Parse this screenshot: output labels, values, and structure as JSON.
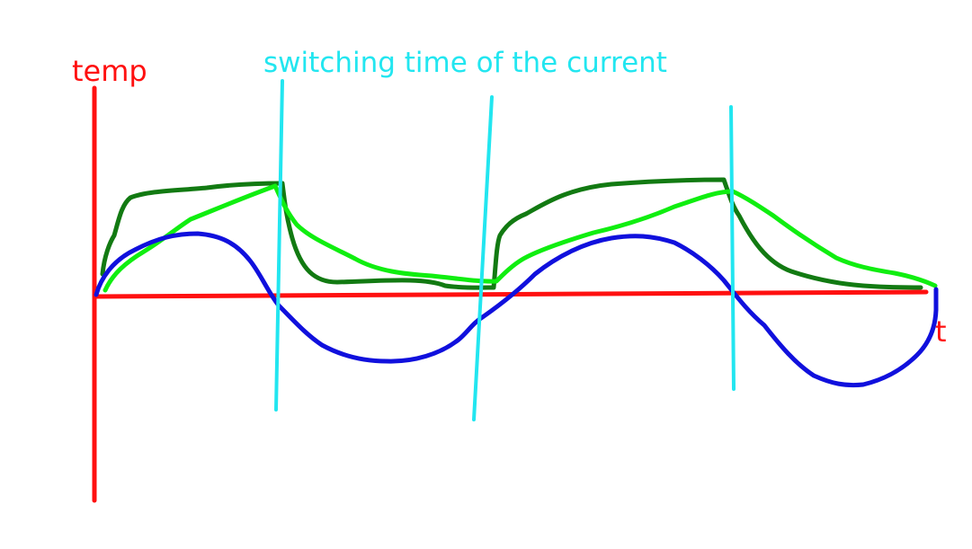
{
  "labels": {
    "y_axis": "temp",
    "x_axis": "t",
    "annotation": "switching time of the current"
  },
  "colors": {
    "axes": "#ff1010",
    "annotation": "#22e6f0",
    "switch_lines": "#22e6f0",
    "dark_green_curve": "#127a12",
    "light_green_curve": "#10ee10",
    "blue_curve": "#1010dd",
    "background": "#ffffff"
  },
  "curves": [
    {
      "id": "dark-green",
      "color_key": "dark_green_curve",
      "shape": "fast square-like rise and fall"
    },
    {
      "id": "light-green",
      "color_key": "light_green_curve",
      "shape": "slow sawtooth-like rise and fall"
    },
    {
      "id": "blue",
      "color_key": "blue_curve",
      "shape": "sinusoidal, crossing the time axis"
    }
  ],
  "switching_times_count": 3
}
